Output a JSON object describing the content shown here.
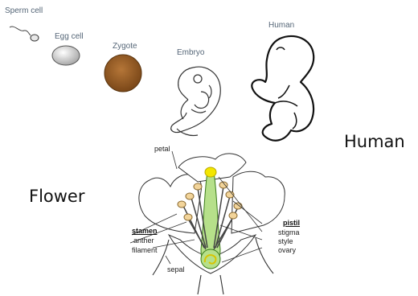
{
  "human_development": {
    "sperm_label": "Sperm cell",
    "egg_label": "Egg cell",
    "zygote_label": "Zygote",
    "embryo_label": "Embryo",
    "human_label": "Human",
    "section_label": "Human"
  },
  "flower_diagram": {
    "section_label": "Flower",
    "petal": "petal",
    "stamen": "stamen",
    "anther": "anther",
    "filament": "filament",
    "sepal": "sepal",
    "pistil": "pistil",
    "stigma": "stigma",
    "style": "style",
    "ovary": "ovary"
  },
  "colors": {
    "zygote": "#a0602a",
    "pistil": "#b6e08a",
    "anther": "#f2d49a",
    "stigma": "#f3e600"
  }
}
